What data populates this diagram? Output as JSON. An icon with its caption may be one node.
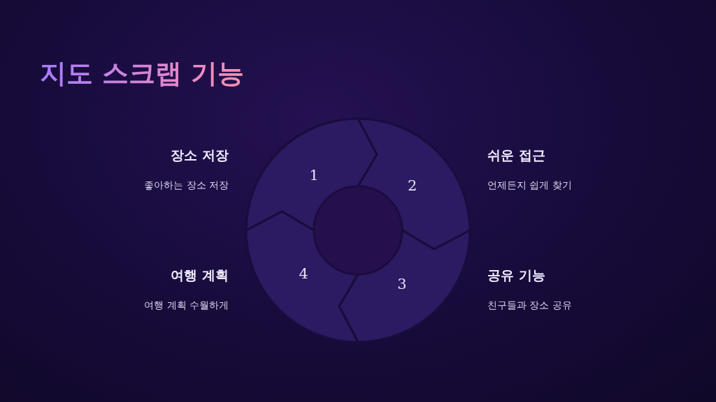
{
  "diagram": {
    "title": "지도 스크랩 기능",
    "nodes": [
      {
        "text": [
          "1"
        ],
        "beside": [
          "장소 저장",
          "좋아하는 장소 저장"
        ]
      },
      {
        "text": [
          "2"
        ],
        "beside": [
          "쉬운 접근",
          "언제든지 쉽게 찾기"
        ]
      },
      {
        "text": [
          "3"
        ],
        "beside": [
          "공유 기능",
          "친구들과 장소 공유"
        ]
      },
      {
        "text": [
          "4"
        ],
        "beside": [
          "여행 계획",
          "여행 계획 수월하게"
        ]
      },
      {
        "text": [],
        "shape": "circle"
      }
    ]
  }
}
